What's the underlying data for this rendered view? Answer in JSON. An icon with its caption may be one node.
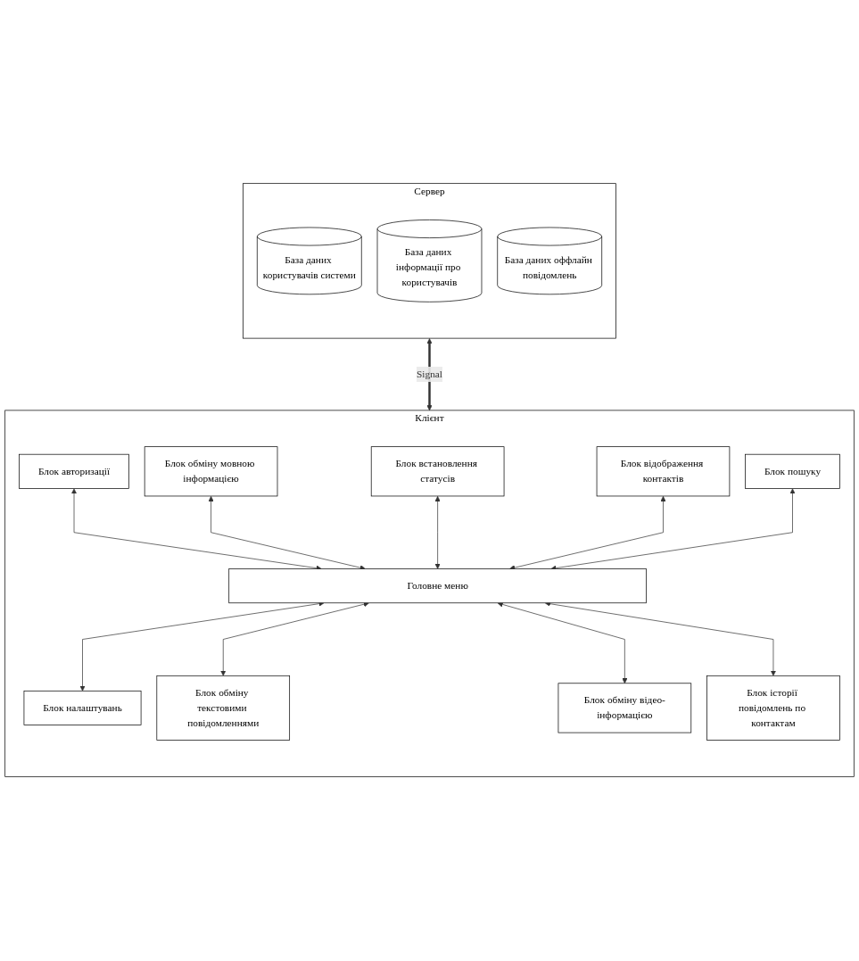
{
  "diagram": {
    "nodes": [
      {
        "text": [
          "Сервер"
        ]
      },
      {
        "text": [
          "База даних користувачів системи"
        ],
        "in": 0
      },
      {
        "text": [
          "База даних інформації про користувачів"
        ],
        "in": 0
      },
      {
        "text": [
          "База даних оффлайн повідомлень"
        ],
        "in": 0
      },
      {
        "text": [
          "Клієнт"
        ]
      },
      {
        "text": [
          "Блок авторизації"
        ],
        "in": 4
      },
      {
        "text": [
          "Блок обміну мовною інформацією"
        ],
        "in": 4
      },
      {
        "text": [
          "Блок встановлення статусів"
        ],
        "in": 4
      },
      {
        "text": [
          "Блок відображення контактів"
        ],
        "in": 4
      },
      {
        "text": [
          "Блок пошуку"
        ],
        "in": 4
      },
      {
        "text": [
          "Головне меню"
        ],
        "in": 4
      },
      {
        "text": [
          "Блок налаштувань"
        ],
        "in": 4
      },
      {
        "text": [
          "Блок обміну текстовими повідомленнями"
        ],
        "in": 4
      },
      {
        "text": [
          "Блок обміну відео-інформацією"
        ],
        "in": 4
      },
      {
        "text": [
          "Блок історії повідомлень по контактам"
        ],
        "in": 4
      }
    ],
    "edges": [
      {
        "from": 0,
        "to": 4,
        "arrow": "both",
        "label": "Signal",
        "style": "thick"
      },
      {
        "from": 5,
        "to": 10,
        "arrow": "both"
      },
      {
        "from": 6,
        "to": 10,
        "arrow": "both"
      },
      {
        "from": 7,
        "to": 10,
        "arrow": "both"
      },
      {
        "from": 8,
        "to": 10,
        "arrow": "both"
      },
      {
        "from": 9,
        "to": 10,
        "arrow": "both"
      },
      {
        "from": 10,
        "to": 11,
        "arrow": "both"
      },
      {
        "from": 10,
        "to": 12,
        "arrow": "both"
      },
      {
        "from": 10,
        "to": 13,
        "arrow": "both"
      },
      {
        "from": 10,
        "to": 14,
        "arrow": "both"
      }
    ]
  }
}
